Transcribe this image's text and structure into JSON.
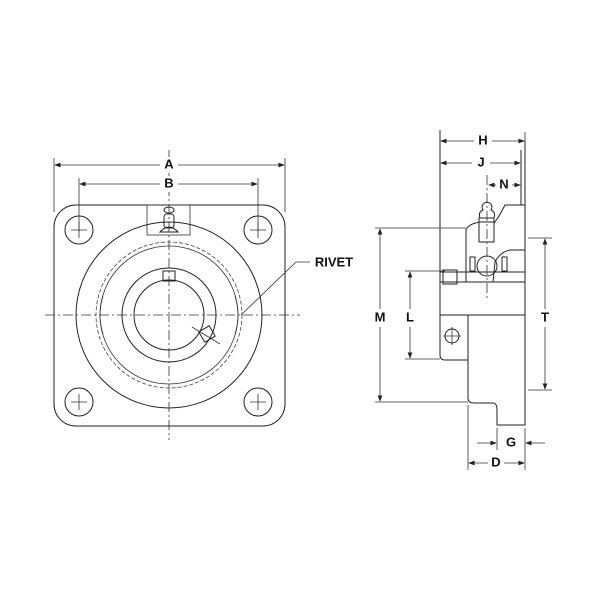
{
  "drawing": {
    "front_view": {
      "dimensions": {
        "a": "A",
        "b": "B"
      },
      "callout": "RIVET"
    },
    "side_view": {
      "dimensions": {
        "h": "H",
        "j": "J",
        "n": "N",
        "m": "M",
        "l": "L",
        "t": "T",
        "g": "G",
        "d": "D"
      }
    }
  }
}
